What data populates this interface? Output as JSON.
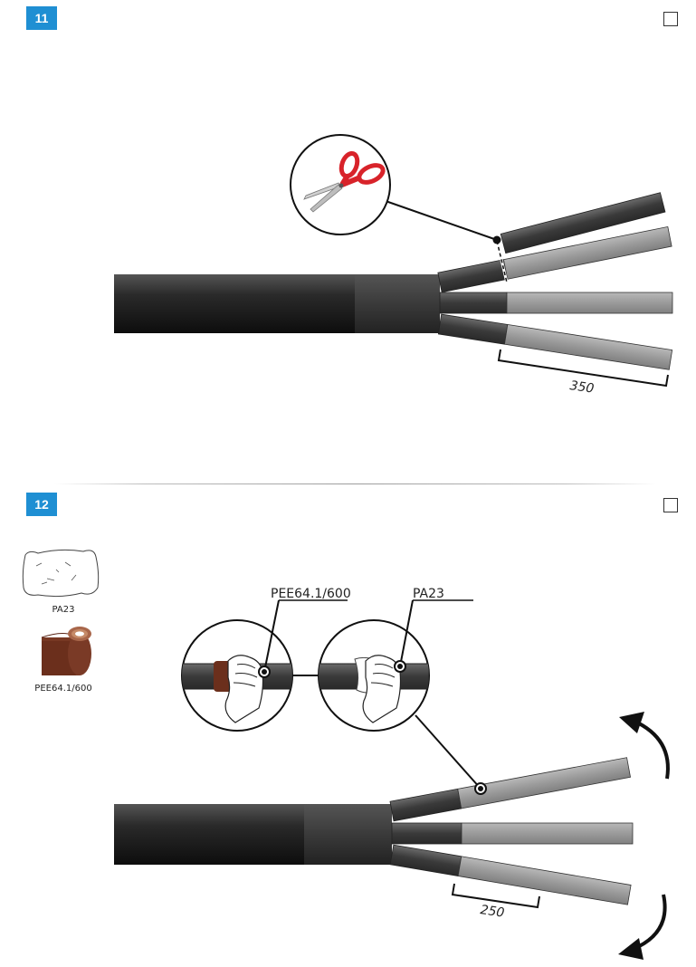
{
  "step11": {
    "number": "11",
    "dimension": "350"
  },
  "step12": {
    "number": "12",
    "dimension": "250",
    "callout_left": "PEE64.1/600",
    "callout_right": "PA23",
    "parts": [
      {
        "name": "PA23",
        "icon": "cleaning-tissue-icon"
      },
      {
        "name": "PEE64.1/600",
        "icon": "abrasive-roll-icon"
      }
    ]
  },
  "colors": {
    "badge": "#1f8fd3",
    "cable_dark": "#1c1c1c",
    "core_light": "#9a9a9a",
    "scissors_handle": "#d8232a",
    "abrasive": "#7a3a26"
  }
}
